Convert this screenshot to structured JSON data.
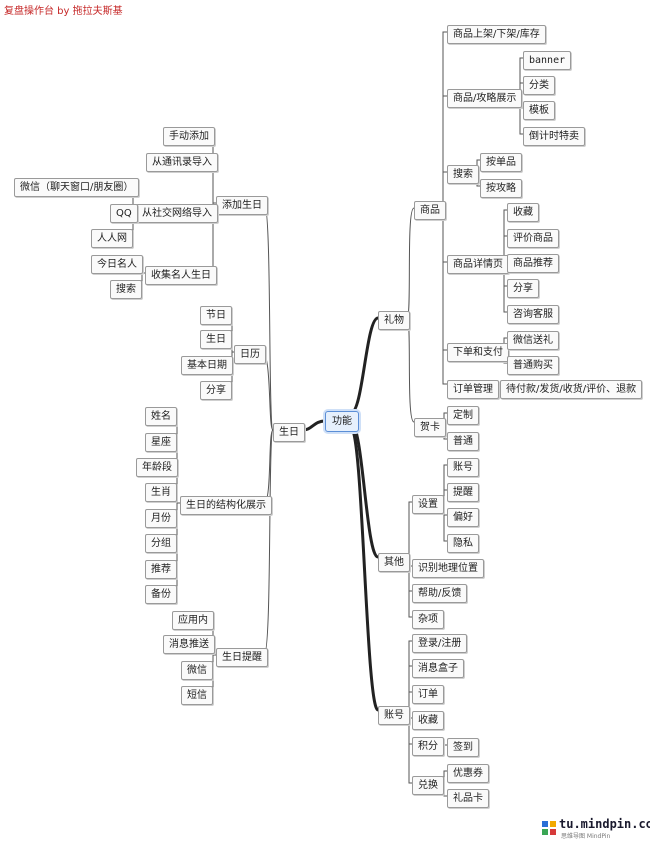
{
  "title": "复盘操作台 by 拖拉夫斯基",
  "root": "功能",
  "nodes": {
    "gift": "礼物",
    "goods": "商品",
    "goods_shelf": "商品上架/下架/库存",
    "goods_display": "商品/攻略展示",
    "banner": "banner",
    "category": "分类",
    "template": "模板",
    "countdown": "倒计时特卖",
    "search_g": "搜索",
    "by_item": "按单品",
    "by_guide": "按攻略",
    "goods_detail": "商品详情页",
    "fav_g": "收藏",
    "review": "评价商品",
    "recommend_g": "商品推荐",
    "share_g": "分享",
    "cs": "咨询客服",
    "order_pay": "下单和支付",
    "wx_gift": "微信送礼",
    "normal_buy": "普通购买",
    "order_mgmt": "订单管理",
    "order_flow": "待付款/发货/收货/评价、退款",
    "card": "贺卡",
    "custom": "定制",
    "normal_card": "普通",
    "other": "其他",
    "settings": "设置",
    "account_s": "账号",
    "remind_s": "提醒",
    "pref": "偏好",
    "privacy": "隐私",
    "geo": "识别地理位置",
    "help": "帮助/反馈",
    "misc": "杂项",
    "account": "账号",
    "login": "登录/注册",
    "msgbox": "消息盒子",
    "orders": "订单",
    "fav_a": "收藏",
    "points": "积分",
    "checkin": "签到",
    "redeem": "兑换",
    "coupon": "优惠券",
    "giftcard": "礼品卡",
    "birthday": "生日",
    "add_bday": "添加生日",
    "manual": "手动添加",
    "import_contacts": "从通讯录导入",
    "import_social": "从社交网络导入",
    "wechat_social": "微信（聊天窗口/朋友圈）",
    "qq": "QQ",
    "renren": "人人网",
    "collect_celeb": "收集名人生日",
    "today_celeb": "今日名人",
    "search_c": "搜索",
    "calendar": "日历",
    "festival": "节日",
    "bday_cal": "生日",
    "basic_date": "基本日期",
    "share_c": "分享",
    "structured": "生日的结构化展示",
    "name": "姓名",
    "zodiac": "星座",
    "age_group": "年龄段",
    "chinese_zodiac": "生肖",
    "month": "月份",
    "group": "分组",
    "recommend_s": "推荐",
    "backup": "备份",
    "bday_remind": "生日提醒",
    "in_app": "应用内",
    "push": "消息推送",
    "wechat_r": "微信",
    "sms": "短信"
  },
  "watermark": {
    "site": "tu.mindpin.com",
    "tagline": "思维导图 MindPin"
  },
  "colors": {
    "title": "#c62828",
    "root_border": "#5b8ed6",
    "line": "#555555"
  }
}
